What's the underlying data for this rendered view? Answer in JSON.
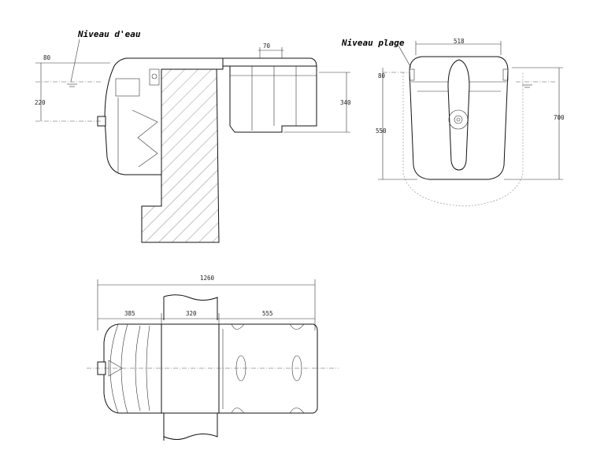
{
  "labels": {
    "water_level": "Niveau d'eau",
    "beach_level": "Niveau plage"
  },
  "dimensions": {
    "side_top_offset": "80",
    "side_depth": "220",
    "side_lip": "70",
    "side_height": "340",
    "front_width": "518",
    "front_top_offset": "80",
    "front_body": "550",
    "front_total": "700",
    "top_total": "1260",
    "top_left": "385",
    "top_mid": "320",
    "top_right": "555"
  }
}
